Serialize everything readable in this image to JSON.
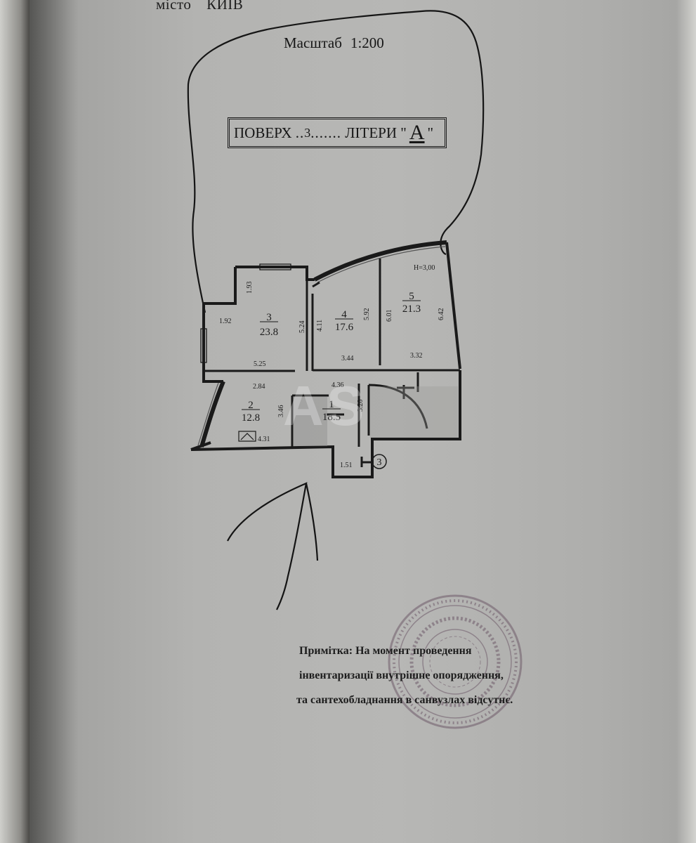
{
  "document": {
    "city_label": "місто",
    "city_value": "КИЇВ",
    "scale_label": "Масштаб",
    "scale_value": "1:200",
    "floor_label": "ПОВЕРХ",
    "floor_dots_before": "..",
    "floor_number": "3",
    "floor_dots_after": ".......",
    "letter_label": "ЛІТЕРИ",
    "letter_quote_open": "\"",
    "letter_value": "А",
    "letter_quote_close": "\"",
    "ceiling_height": "Н=3,00",
    "entrance_marker": "3",
    "note_line_1": "Примітка: На момент проведення",
    "note_line_2": "інвентаризації внутрішне опорядження,",
    "note_line_3": "та сантехобладнання  в санвузлах відсутнє.",
    "watermark": "AS"
  },
  "rooms": [
    {
      "number": "1",
      "area": "18.5"
    },
    {
      "number": "2",
      "area": "12.8"
    },
    {
      "number": "3",
      "area": "23.8"
    },
    {
      "number": "4",
      "area": "17.6"
    },
    {
      "number": "5",
      "area": "21.3"
    }
  ],
  "dimensions": {
    "d_1_93": "1.93",
    "d_1_92": "1.92",
    "d_5_24": "5.24",
    "d_4_11": "4.11",
    "d_5_92": "5.92",
    "d_6_01": "6.01",
    "d_6_42": "6.42",
    "d_5_25": "5.25",
    "d_3_44": "3.44",
    "d_3_32": "3.32",
    "d_2_84": "2.84",
    "d_4_36": "4.36",
    "d_3_46": "3.46",
    "d_3_20": "3.20",
    "d_4_31": "4.31",
    "d_1_51": "1.51"
  }
}
